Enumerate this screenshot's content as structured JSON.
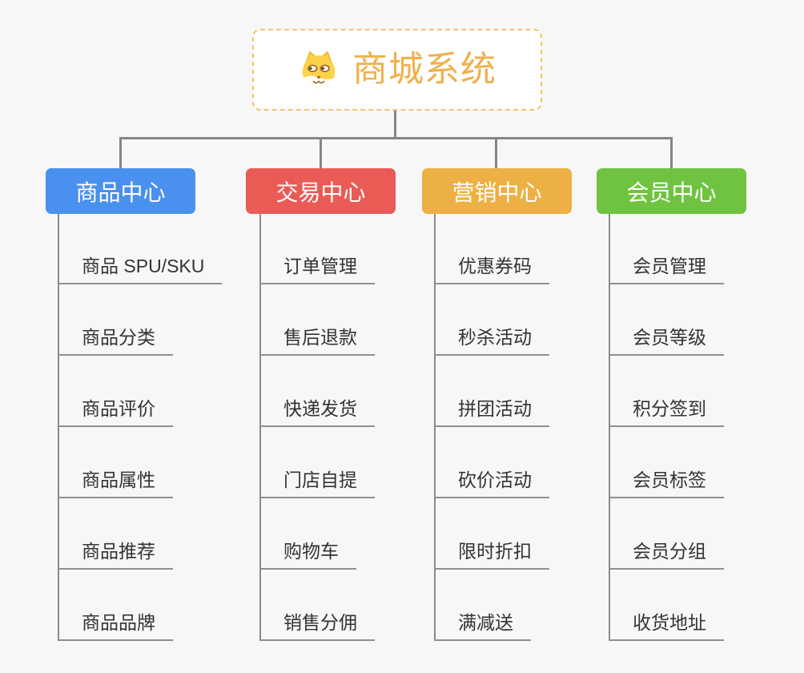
{
  "root": {
    "title": "商城系统",
    "title_color": "#f0b04c",
    "icon": "dog-face-icon"
  },
  "colors": {
    "background": "#f7f7f7",
    "connector": "#868686",
    "leaf_text": "#333333",
    "leaf_underline": "#8f8f8f",
    "root_border": "#f6c36e"
  },
  "branches": [
    {
      "label": "商品中心",
      "color": "#4a90ee",
      "items": [
        "商品 SPU/SKU",
        "商品分类",
        "商品评价",
        "商品属性",
        "商品推荐",
        "商品品牌"
      ]
    },
    {
      "label": "交易中心",
      "color": "#ea5b56",
      "items": [
        "订单管理",
        "售后退款",
        "快递发货",
        "门店自提",
        "购物车",
        "销售分佣"
      ]
    },
    {
      "label": "营销中心",
      "color": "#edb044",
      "items": [
        "优惠券码",
        "秒杀活动",
        "拼团活动",
        "砍价活动",
        "限时折扣",
        "满减送"
      ]
    },
    {
      "label": "会员中心",
      "color": "#70c340",
      "items": [
        "会员管理",
        "会员等级",
        "积分签到",
        "会员标签",
        "会员分组",
        "收货地址"
      ]
    }
  ]
}
